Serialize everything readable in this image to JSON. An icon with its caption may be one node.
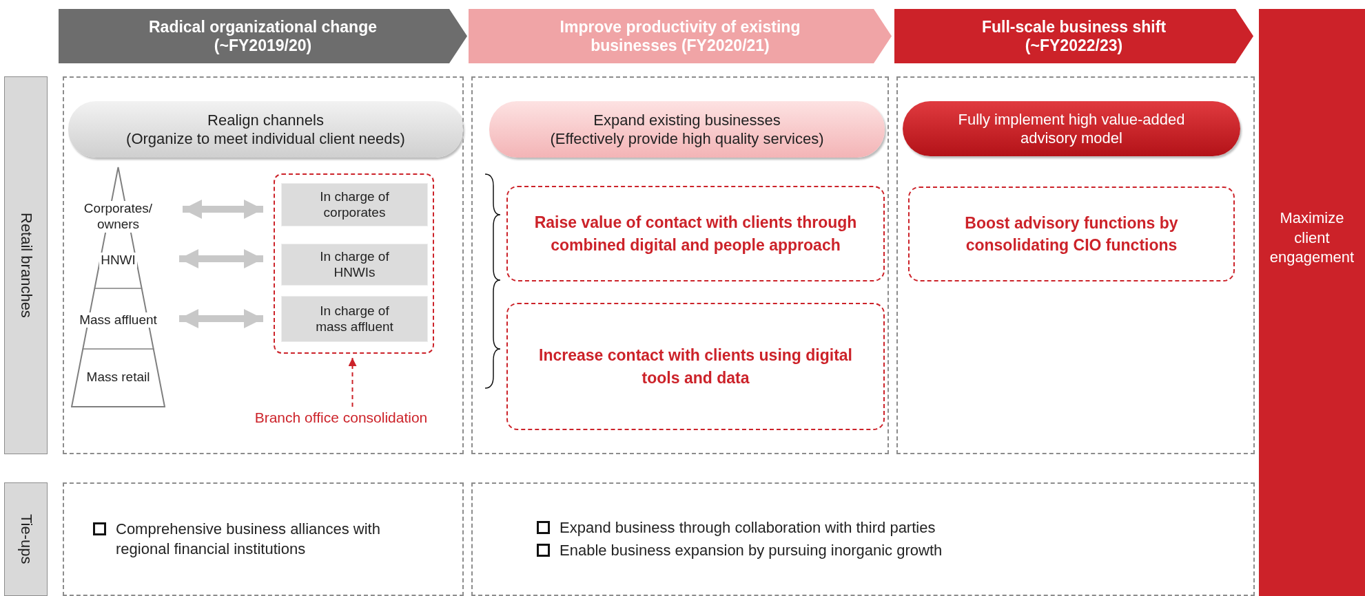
{
  "diagram": {
    "nodes": [
      {
        "text": [
          "Radical organizational change (~FY2019/20)"
        ]
      },
      {
        "text": [
          "Improve productivity of existing businesses  (FY2020/21)"
        ]
      },
      {
        "text": [
          "Full-scale business shift (~FY2022/23)"
        ]
      },
      {
        "text": [
          "Maximize client engagement"
        ]
      },
      {
        "text": [
          "Retail branches"
        ]
      },
      {
        "text": [],
        "shape": "box"
      },
      {
        "text": [
          "Realign channels",
          "(Organize to meet individual client needs)"
        ],
        "in": 5
      },
      {
        "text": [],
        "shape": "triangle",
        "in": 5
      },
      {
        "text": [
          "Corporates/ owners"
        ],
        "in": 7
      },
      {
        "text": [
          "HNWI"
        ],
        "in": 7
      },
      {
        "text": [
          "Mass affluent"
        ],
        "in": 7
      },
      {
        "text": [
          "Mass retail"
        ],
        "in": 7
      },
      {
        "text": [],
        "shape": "box",
        "in": 5
      },
      {
        "text": [
          "In charge of corporates"
        ],
        "in": 12
      },
      {
        "text": [
          "In charge of HNWIs"
        ],
        "in": 12
      },
      {
        "text": [
          "In charge of mass affluent"
        ],
        "in": 12
      },
      {
        "text": [
          "Branch office consolidation"
        ],
        "in": 5
      },
      {
        "text": [],
        "shape": "box"
      },
      {
        "text": [
          "Expand existing businesses",
          "(Effectively provide high quality services)"
        ],
        "in": 17
      },
      {
        "text": [
          "Raise value of contact with clients through combined digital and people approach"
        ],
        "in": 17
      },
      {
        "text": [
          "Increase contact with clients using digital tools and data"
        ],
        "in": 17
      },
      {
        "text": [],
        "shape": "box"
      },
      {
        "text": [
          "Fully implement high value-added advisory model"
        ],
        "in": 21
      },
      {
        "text": [
          "Boost advisory functions by consolidating CIO functions"
        ],
        "in": 21
      },
      {
        "text": [
          "Tie-ups"
        ]
      },
      {
        "text": [
          "Comprehensive business alliances with regional financial institutions"
        ]
      },
      {
        "text": [
          "Expand business through collaboration with third parties",
          "Enable business expansion by pursuing inorganic growth"
        ]
      }
    ],
    "edges": [
      {
        "from": 8,
        "to": 13,
        "arrow": "both"
      },
      {
        "from": 9,
        "to": 14,
        "arrow": "both"
      },
      {
        "from": 10,
        "to": 15,
        "arrow": "both"
      },
      {
        "from": 16,
        "to": 12,
        "arrow": "to",
        "style": "dashed",
        "color": "#cc2229"
      }
    ]
  }
}
